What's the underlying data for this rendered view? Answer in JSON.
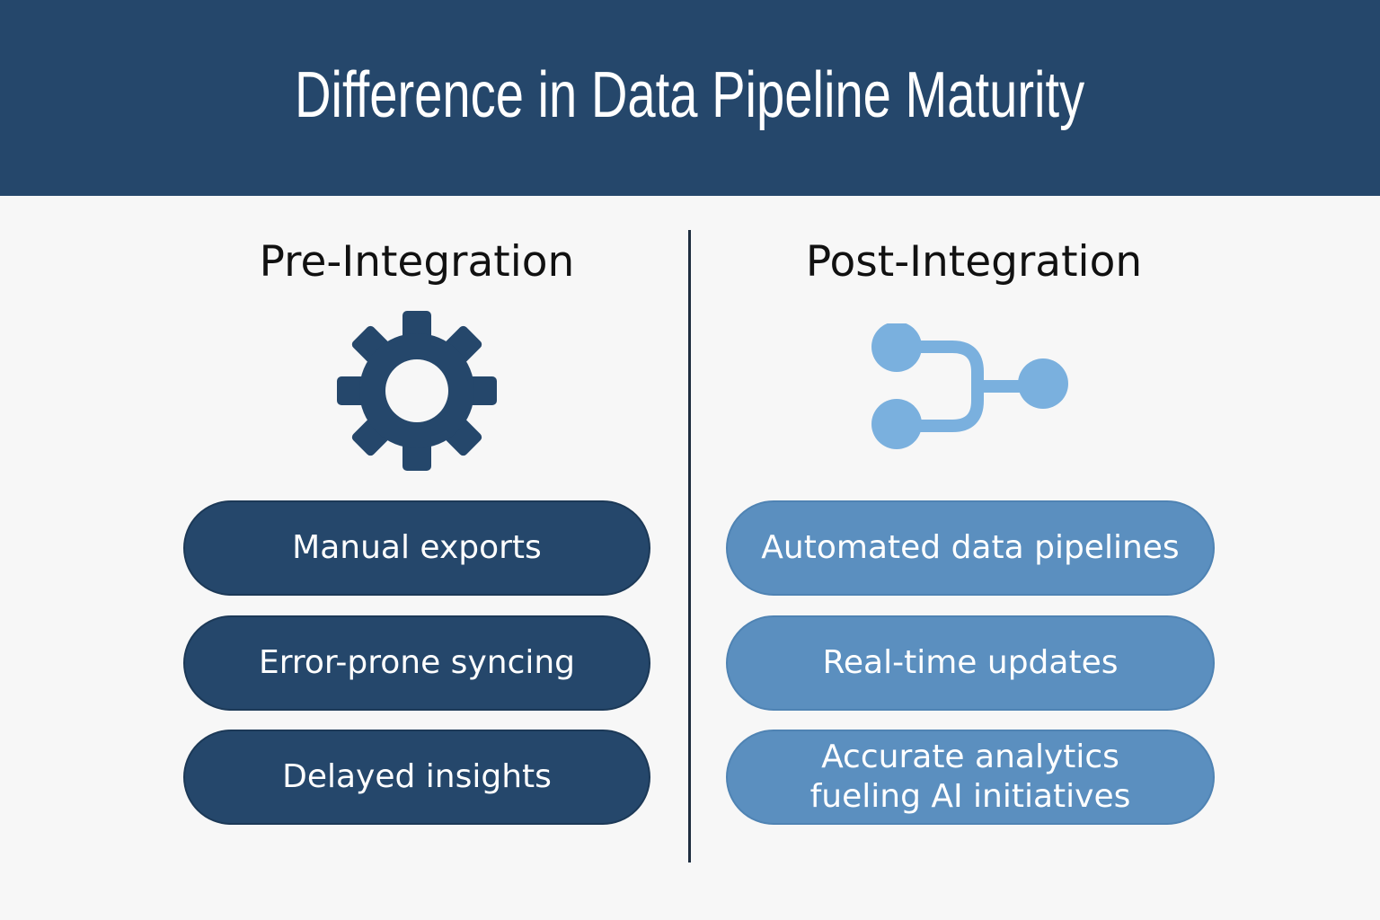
{
  "header": {
    "title": "Difference in Data Pipeline Maturity"
  },
  "columns": [
    {
      "heading": "Pre-Integration",
      "icon": "gear-icon",
      "items": [
        "Manual exports",
        "Error-prone syncing",
        "Delayed insights"
      ]
    },
    {
      "heading": "Post-Integration",
      "icon": "flow-merge-icon",
      "items": [
        "Automated data pipelines",
        "Real-time updates",
        "Accurate analytics fueling AI initiatives"
      ]
    }
  ],
  "colors": {
    "header_bg": "#25476b",
    "dark_pill": "#25476b",
    "light_pill": "#5b8fbf",
    "flow_icon": "#7ab0de",
    "background": "#f7f7f7"
  }
}
